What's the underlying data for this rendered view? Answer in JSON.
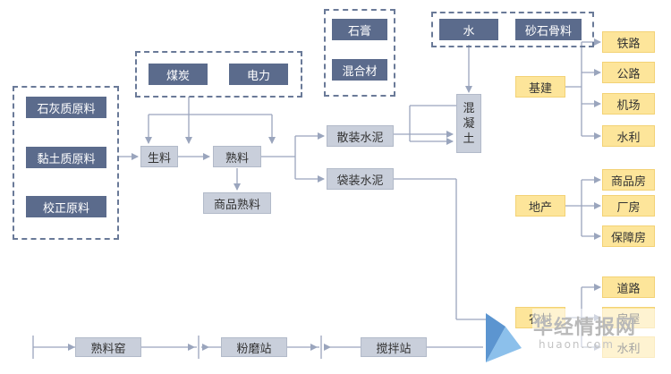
{
  "raw_materials": [
    "石灰质原料",
    "黏土质原料",
    "校正原料"
  ],
  "energy": [
    "煤炭",
    "电力"
  ],
  "additives": [
    "石膏",
    "混合材"
  ],
  "aggregates": [
    "水",
    "砂石骨料"
  ],
  "process": {
    "raw_meal": "生料",
    "clinker": "熟料",
    "commercial_clinker": "商品熟料",
    "bulk_cement": "散装水泥",
    "bagged_cement": "袋装水泥",
    "concrete": [
      "混",
      "凝",
      "土"
    ]
  },
  "sectors": {
    "infrastructure": {
      "label": "基建",
      "items": [
        "铁路",
        "公路",
        "机场",
        "水利"
      ]
    },
    "real_estate": {
      "label": "地产",
      "items": [
        "商品房",
        "厂房",
        "保障房"
      ]
    },
    "rural": {
      "label": "农村",
      "items": [
        "道路",
        "房屋",
        "水利"
      ]
    }
  },
  "stations": [
    "熟料窑",
    "粉磨站",
    "搅拌站"
  ],
  "watermark": {
    "brand": "华经情报网",
    "url": "huaon.com"
  },
  "colors": {
    "dark": "#5b6b8c",
    "light": "#c9cfdb",
    "yellow": "#fde59a",
    "line": "#9aa5bd"
  }
}
